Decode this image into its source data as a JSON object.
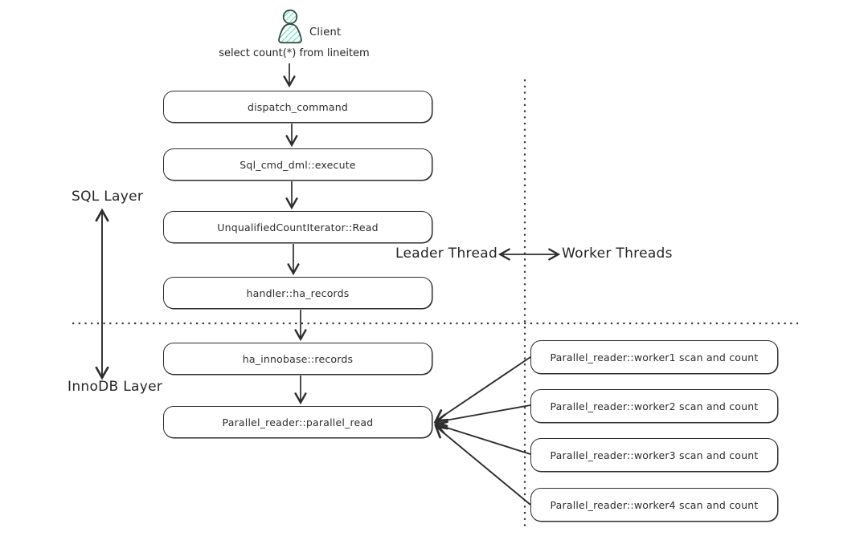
{
  "colors": {
    "stroke": "#2d2d2d",
    "box_fill": "#ffffff",
    "client_fill": "#96f2d7",
    "client_hatch": "#63e6be",
    "background": "#ffffff"
  },
  "client": {
    "icon": "client-person-icon",
    "label": "Client",
    "query": "select count(*) from lineitem"
  },
  "labels": {
    "sql_layer": "SQL Layer",
    "innodb_layer": "InnoDB Layer",
    "leader_thread": "Leader Thread",
    "worker_threads": "Worker Threads"
  },
  "flow_nodes": [
    {
      "id": "dispatch_command",
      "label": "dispatch_command"
    },
    {
      "id": "sql_cmd_dml_execute",
      "label": "Sql_cmd_dml::execute"
    },
    {
      "id": "unqualified_count_iterator_read",
      "label": "UnqualifiedCountIterator::Read"
    },
    {
      "id": "handler_ha_records",
      "label": "handler::ha_records"
    },
    {
      "id": "ha_innobase_records",
      "label": "ha_innobase::records"
    },
    {
      "id": "parallel_reader_parallel_read",
      "label": "Parallel_reader::parallel_read"
    }
  ],
  "worker_nodes": [
    {
      "id": "worker1",
      "label": "Parallel_reader::worker1 scan and count"
    },
    {
      "id": "worker2",
      "label": "Parallel_reader::worker2 scan and count"
    },
    {
      "id": "worker3",
      "label": "Parallel_reader::worker3 scan and count"
    },
    {
      "id": "worker4",
      "label": "Parallel_reader::worker4 scan and count"
    }
  ],
  "edges": [
    {
      "from": "client",
      "to": "dispatch_command"
    },
    {
      "from": "dispatch_command",
      "to": "sql_cmd_dml_execute"
    },
    {
      "from": "sql_cmd_dml_execute",
      "to": "unqualified_count_iterator_read"
    },
    {
      "from": "unqualified_count_iterator_read",
      "to": "handler_ha_records"
    },
    {
      "from": "handler_ha_records",
      "to": "ha_innobase_records"
    },
    {
      "from": "ha_innobase_records",
      "to": "parallel_reader_parallel_read"
    },
    {
      "from": "worker1",
      "to": "parallel_reader_parallel_read"
    },
    {
      "from": "worker2",
      "to": "parallel_reader_parallel_read"
    },
    {
      "from": "worker3",
      "to": "parallel_reader_parallel_read"
    },
    {
      "from": "worker4",
      "to": "parallel_reader_parallel_read"
    }
  ]
}
